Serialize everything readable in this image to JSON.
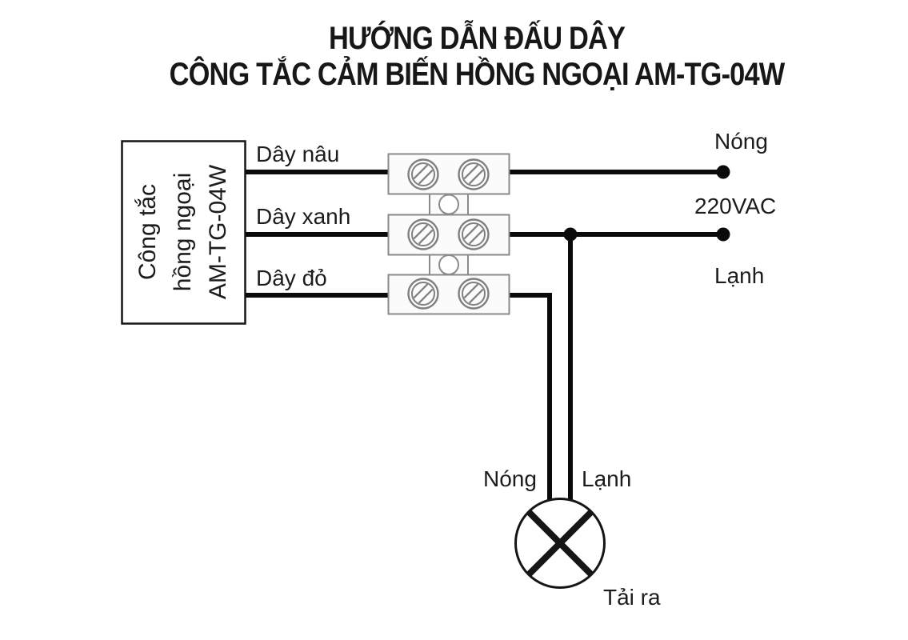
{
  "title": {
    "line1": "HƯỚNG DẪN ĐẤU DÂY",
    "line2": "CÔNG TẮC CẢM BIẾN HỒNG NGOẠI AM-TG-04W"
  },
  "device": {
    "name_lines": [
      "Công tắc",
      "hồng ngoại",
      "AM-TG-04W"
    ]
  },
  "wires": {
    "brown": "Dây nâu",
    "blue": "Dây xanh",
    "red": "Dây đỏ"
  },
  "supply": {
    "hot": "Nóng",
    "voltage": "220VAC",
    "neutral": "Lạnh"
  },
  "load": {
    "hot": "Nóng",
    "neutral": "Lạnh",
    "output": "Tải ra"
  },
  "icons": {
    "terminal_block": "screw-terminal-block",
    "lamp": "lamp-load-symbol"
  },
  "colors": {
    "background": "#ffffff",
    "wire": "#0a0a0a",
    "text": "#1c1c1c",
    "outline": "#151515",
    "terminal_stroke": "#8a8a8a",
    "terminal_fill": "#fbfbfb"
  }
}
